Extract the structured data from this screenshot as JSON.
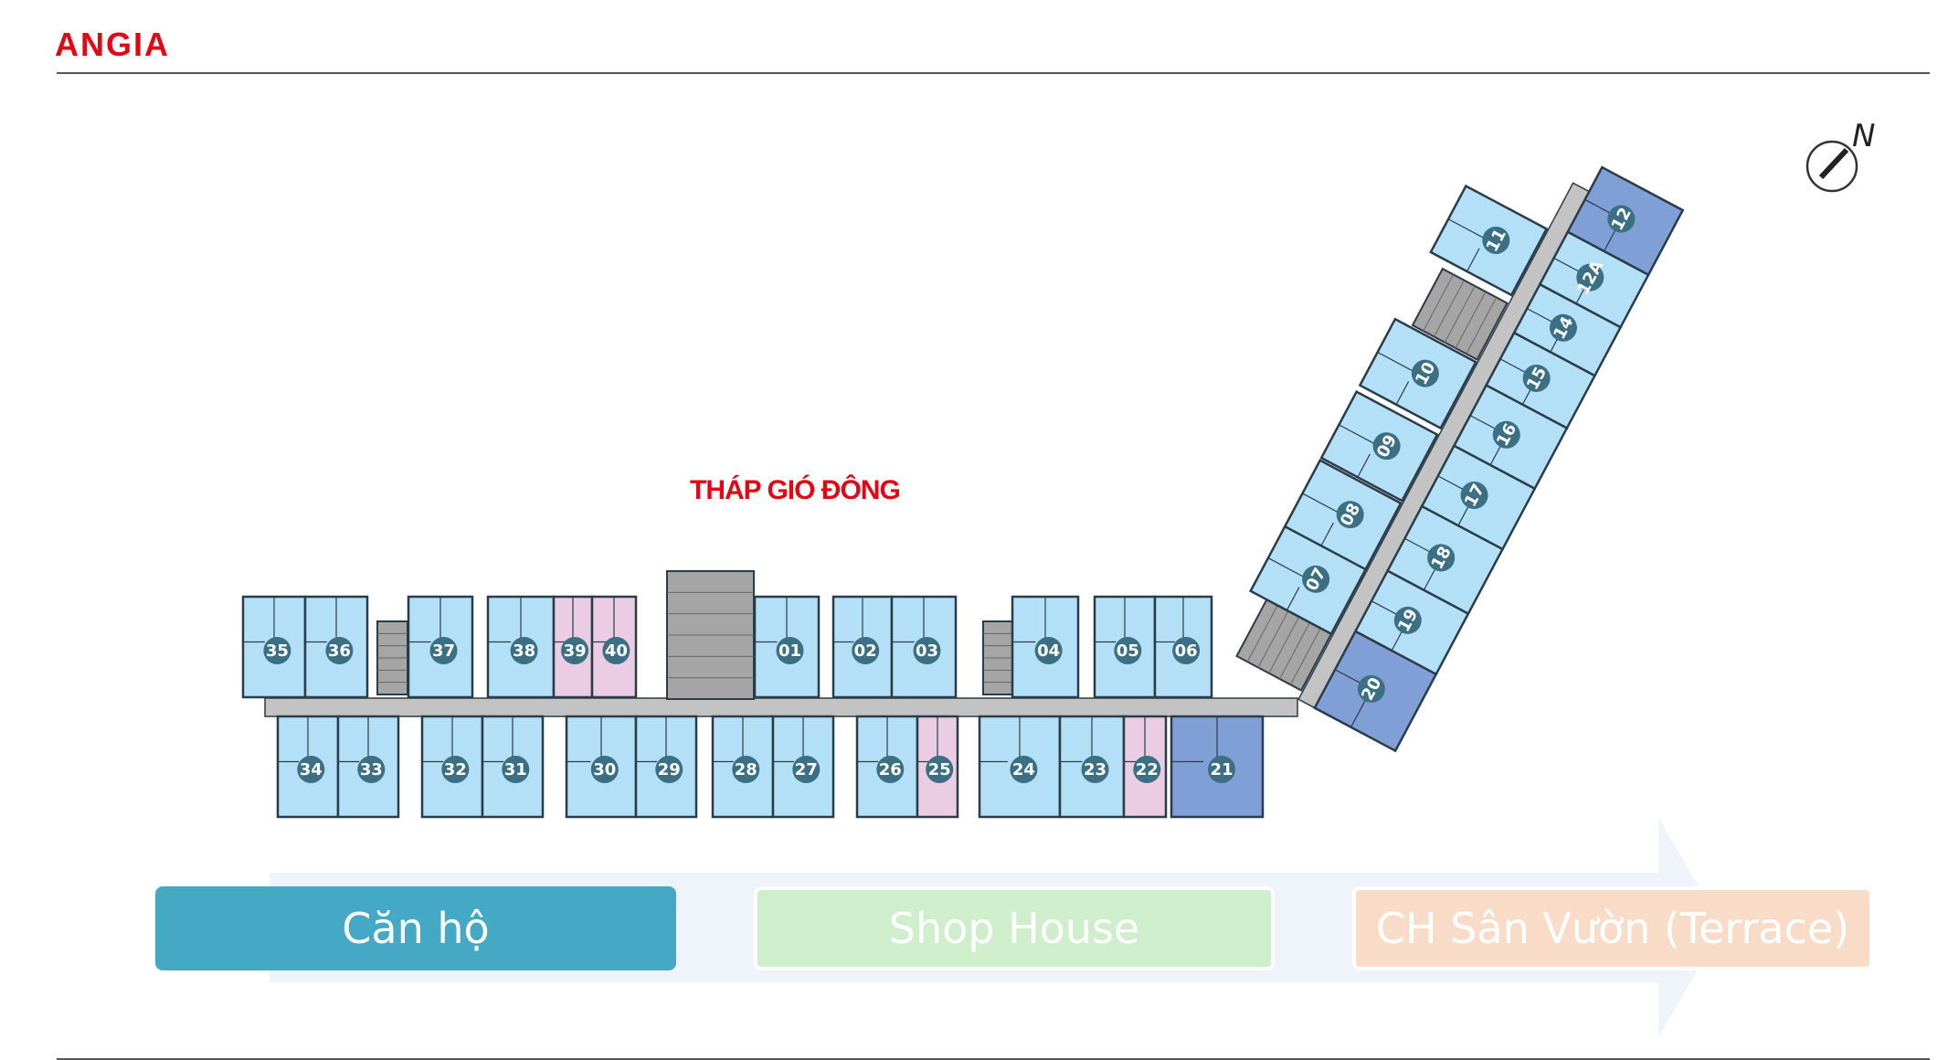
{
  "header": {
    "logo_text": "ANGIA"
  },
  "plan": {
    "tower_title": "THÁP GIÓ ĐÔNG",
    "compass_label": "N",
    "colors": {
      "apartment": "#b3e0f7",
      "shop": "#eacde2",
      "terrace": "#7f9fd6",
      "corridor": "#c3c3c3",
      "core": "#a5a5a5",
      "label_circle": "#3b6f83"
    },
    "units": {
      "north_row": [
        {
          "id": "35",
          "type": "apartment"
        },
        {
          "id": "36",
          "type": "apartment"
        },
        {
          "id": "37",
          "type": "apartment"
        },
        {
          "id": "38",
          "type": "apartment"
        },
        {
          "id": "39",
          "type": "shop"
        },
        {
          "id": "40",
          "type": "shop"
        },
        {
          "id": "01",
          "type": "apartment"
        },
        {
          "id": "02",
          "type": "apartment"
        },
        {
          "id": "03",
          "type": "apartment"
        },
        {
          "id": "04",
          "type": "apartment"
        },
        {
          "id": "05",
          "type": "apartment"
        },
        {
          "id": "06",
          "type": "apartment"
        }
      ],
      "south_row": [
        {
          "id": "34",
          "type": "apartment"
        },
        {
          "id": "33",
          "type": "apartment"
        },
        {
          "id": "32",
          "type": "apartment"
        },
        {
          "id": "31",
          "type": "apartment"
        },
        {
          "id": "30",
          "type": "apartment"
        },
        {
          "id": "29",
          "type": "apartment"
        },
        {
          "id": "28",
          "type": "apartment"
        },
        {
          "id": "27",
          "type": "apartment"
        },
        {
          "id": "26",
          "type": "apartment"
        },
        {
          "id": "25",
          "type": "shop"
        },
        {
          "id": "24",
          "type": "apartment"
        },
        {
          "id": "23",
          "type": "apartment"
        },
        {
          "id": "22",
          "type": "shop"
        },
        {
          "id": "21",
          "type": "terrace"
        }
      ],
      "wing_left": [
        {
          "id": "07",
          "type": "apartment"
        },
        {
          "id": "08",
          "type": "apartment"
        },
        {
          "id": "09",
          "type": "apartment"
        },
        {
          "id": "10",
          "type": "apartment"
        },
        {
          "id": "11",
          "type": "apartment"
        }
      ],
      "wing_right": [
        {
          "id": "20",
          "type": "terrace"
        },
        {
          "id": "19",
          "type": "apartment"
        },
        {
          "id": "18",
          "type": "apartment"
        },
        {
          "id": "17",
          "type": "apartment"
        },
        {
          "id": "16",
          "type": "apartment"
        },
        {
          "id": "15",
          "type": "apartment"
        },
        {
          "id": "14",
          "type": "apartment"
        },
        {
          "id": "12A",
          "type": "apartment"
        },
        {
          "id": "12",
          "type": "terrace"
        }
      ]
    }
  },
  "legend": {
    "apartment": "Căn hộ",
    "shop_house": "Shop House",
    "terrace": "CH Sân Vườn (Terrace)"
  }
}
